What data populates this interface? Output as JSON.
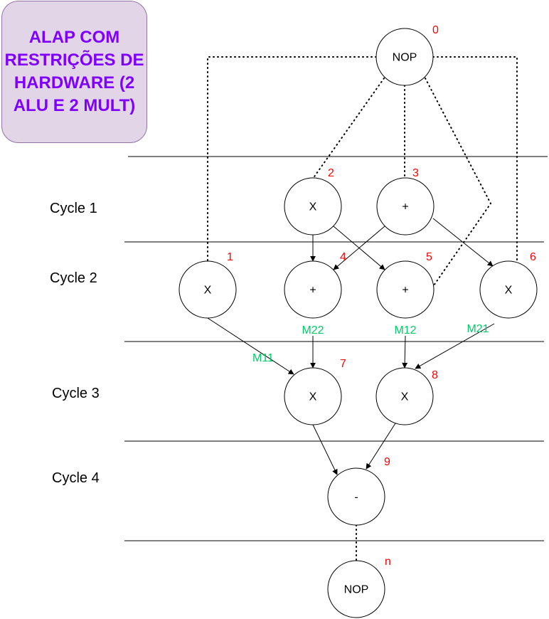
{
  "title": "ALAP COM RESTRIÇÕES DE HARDWARE (2 ALU E 2 MULT)",
  "cycles": [
    "Cycle 1",
    "Cycle 2",
    "Cycle 3",
    "Cycle 4"
  ],
  "nodes": [
    {
      "id": "0",
      "label": "NOP"
    },
    {
      "id": "1",
      "label": "X"
    },
    {
      "id": "2",
      "label": "X"
    },
    {
      "id": "3",
      "label": "+"
    },
    {
      "id": "4",
      "label": "+"
    },
    {
      "id": "5",
      "label": "+"
    },
    {
      "id": "6",
      "label": "X"
    },
    {
      "id": "7",
      "label": "X"
    },
    {
      "id": "8",
      "label": "X"
    },
    {
      "id": "9",
      "label": "-"
    },
    {
      "id": "n",
      "label": "NOP"
    }
  ],
  "edge_labels": [
    "M11",
    "M22",
    "M12",
    "M21"
  ],
  "colors": {
    "title_text": "#7f00ff",
    "title_fill": "#e1d5e7",
    "title_border": "#9673a6",
    "node_number": "#ff0000",
    "edge_label": "#00cc66"
  }
}
